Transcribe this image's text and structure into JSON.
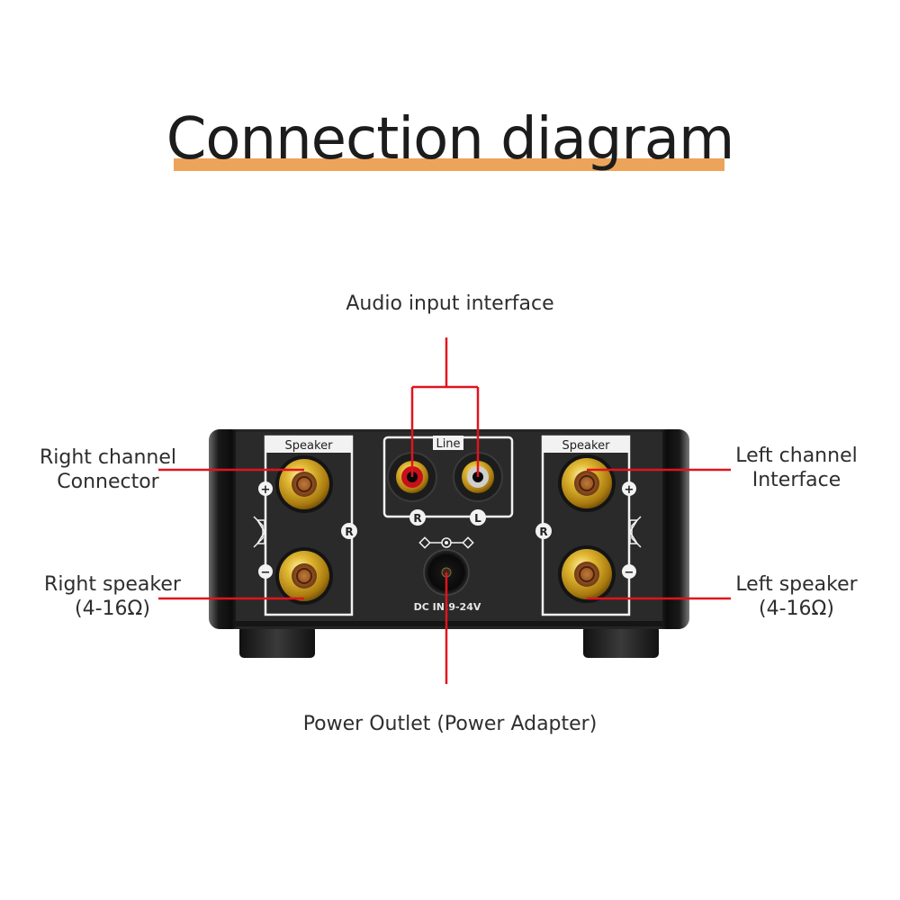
{
  "title": "Connection diagram",
  "colors": {
    "accent_underline": "#eca45a",
    "leader_line": "#e0141e",
    "chassis": "#2a2a2a",
    "terminal_gold": "#c9a227"
  },
  "callouts": {
    "audio_input": "Audio input interface",
    "right_channel_line1": "Right channel",
    "right_channel_line2": "Connector",
    "right_speaker_line1": "Right speaker",
    "right_speaker_line2": "(4-16Ω)",
    "left_channel_line1": "Left channel",
    "left_channel_line2": "Interface",
    "left_speaker_line1": "Left speaker",
    "left_speaker_line2": "(4-16Ω)",
    "power": "Power Outlet (Power Adapter)"
  },
  "device": {
    "left_panel_label": "Speaker",
    "right_panel_label": "Speaker",
    "line_panel_label": "Line",
    "rca_right_badge": "R",
    "rca_left_badge": "L",
    "left_panel_channel_badge": "R",
    "right_panel_channel_badge": "R",
    "plus_badge": "+",
    "minus_badge": "−",
    "dc_label": "DC IN:9-24V"
  }
}
